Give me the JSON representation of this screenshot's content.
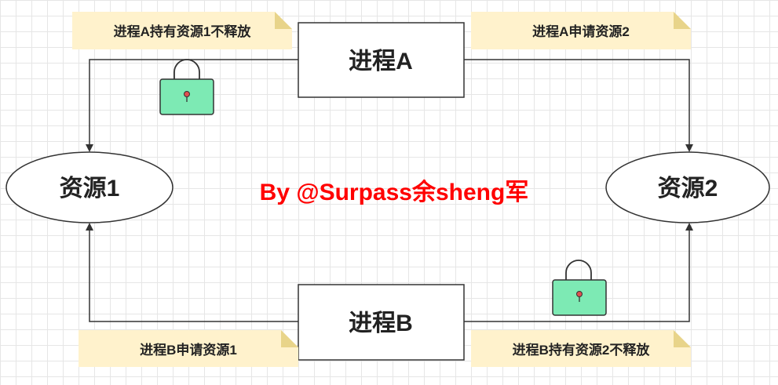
{
  "processes": {
    "a": "进程A",
    "b": "进程B"
  },
  "resources": {
    "r1": "资源1",
    "r2": "资源2"
  },
  "notes": {
    "a_holds": "进程A持有资源1不释放",
    "a_requests": "进程A申请资源2",
    "b_requests": "进程B申请资源1",
    "b_holds": "进程B持有资源2不释放"
  },
  "watermark": "By @Surpass余sheng军",
  "colors": {
    "note_fill": "#fff2cc",
    "note_fold": "#e8d48a",
    "lock_fill": "#7deab4",
    "lock_keyhole": "#e05050",
    "watermark": "#ff0000",
    "line": "#333333"
  }
}
